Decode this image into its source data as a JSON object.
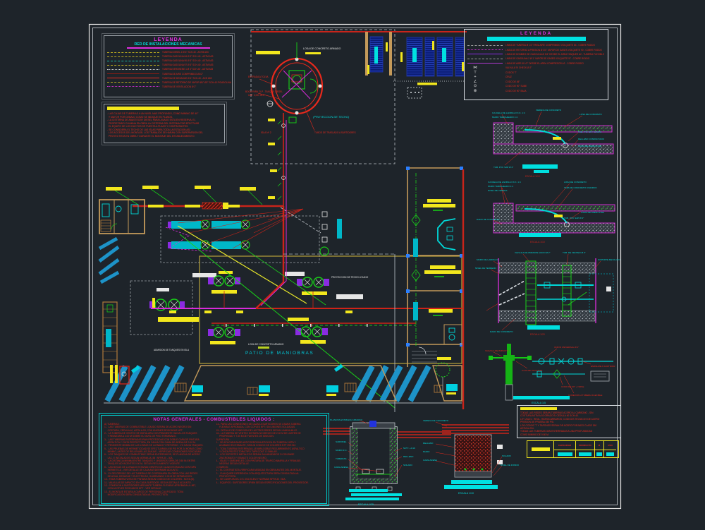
{
  "window": {
    "bg": "#1e242a",
    "frame_color": "#e6e6e6"
  },
  "colors": {
    "red": "#e8291c",
    "magenta": "#e02ee0",
    "cyan": "#00d9d9",
    "yellow": "#f2e71d",
    "green": "#17c517",
    "tan": "#c49a5a",
    "navy": "#0b1c74",
    "blue_stripe": "#1d93c8",
    "purple": "#8a2be2",
    "white": "#e6e6e6"
  },
  "legend_left": {
    "title": "LEYENDA",
    "subtitle": "RED DE INSTALACIONES MECANICAS",
    "items": [
      {
        "color": "#b8a820",
        "label": "TUBERIA DIESEL 2 Ø 6\" SCH-40  -  ASTM A53"
      },
      {
        "color": "#b8a820",
        "label": "TUBERIA GASOLINA 84 Ø 3\" SCH-40  -  ASTM A53"
      },
      {
        "color": "#18b7a0",
        "label": "TUBERIA GASOLINA 90 Ø 3\" SCH-40  -  ASTM A53"
      },
      {
        "color": "#b8a820",
        "label": "TUBERIA GASOLINA 97 Ø 3\" SCH-40  -  ASTM A53"
      },
      {
        "color": "#cfcfcf",
        "label": "TUBERIA KEROSENE 1 Ø 3\" SCH-40  -  ASTM A53"
      },
      {
        "color": "#8a1d15",
        "label": "TUBERIA DE AIRE COMPRIMIDO Ø1/2\""
      },
      {
        "color": "#e8291c",
        "label": "TUBERIA DE DESAGUE Ø 4\" SCH-40  -  ACE A53"
      },
      {
        "color": "#b8a820",
        "label": "TUBERIA DE RETORNO DE VAPOR Ø1\"-Ø2\" SCH-40 P/GASOLINA"
      },
      {
        "color": "#d02ed0",
        "label": "TUBERIA DE VENTILACION Ø 2\""
      }
    ]
  },
  "notes_top": {
    "text": "- LAS CAJAS DE TUBERIAS A UN NIVEL MAS PROFUNDO, COMO MINIMO DE 40\"\n  Y MAYOR POR DEBAJO COMO SE INDIQUE EN PLANOS.\n- LA CISTERNA DE ABASTECER DIESEL PARA LAVADO ESTA EN RESERVA; EL\n  PROPIETARIO CULMINA EN OBRA LA CISTERNA DEL SISTEMA POR EFECTUAR\n  EL EQUIPO DE LOS DUCTOS DE PUESTA A PLAZO Y CONTRATANTES.\n- SE CONSIDERA EL TECHO DE LAS ISLAS PARA TODA LA ESTACION ASI\n  LOS ACCESOS DEL MONTAJE; LOS TRABAJOS SE HARAN CON SUPERVISION DEL\n  PROYECTISTA EN OBRA Y DURANTE EL MONTAJE DEL ESTABLECIMIENTO."
  },
  "legend_right": {
    "title": "LEYENDA",
    "line_items": [
      {
        "color": "#9a9a9a",
        "label": "LINEA DE TUBERIA Ø 1/2\" PARA AIRE COMPRIMIDO VOLQUETE 84 - COBRE RIGIDO"
      },
      {
        "color": "#d02ed0",
        "label": "LINEA DE RETORNO A PRESION Ø 3/4\" VAPOR DE GASES VOLQUETE 90 - COBRE RIGIDO"
      },
      {
        "color": "#8a2be2",
        "label": "LINEA DE BOMBEO DE GASOLINA Ø 3/4\" DESDE EL AREA TANQUES A2 - TUBERIA FLEXIBLE"
      },
      {
        "color": "#9a9a9a",
        "label": "LINEA DE GASOLINA 2 Ø 1\" VAPOR DE GASES VOLQUETE 97 - COBRE RIGIDO"
      },
      {
        "color": "#b23ad2",
        "label": "LINEA DE AIRE Ø 1/2\" DESDE EL AREA COMPRESOR A2 - COBRE RIGIDO"
      }
    ],
    "symbols": [
      {
        "name": "check-valve",
        "glyph": "⋈",
        "label": "VALVULA 'N' CHECK Ø 2\""
      },
      {
        "name": "tee",
        "glyph": "⊤",
        "label": "CODOS 'T'"
      },
      {
        "name": "cross",
        "glyph": "+",
        "label": "CRUZ"
      },
      {
        "name": "elbow-45",
        "glyph": "∠",
        "label": "CODO DE 45°"
      },
      {
        "name": "elbow-up",
        "glyph": "⊙",
        "label": "CODO DE 90° SUBE"
      },
      {
        "name": "elbow-down",
        "glyph": "⊗",
        "label": "CODO DE 90° BAJA"
      }
    ]
  },
  "plan": {
    "labels": {
      "losa_canopy": "LOSA DE CONCRETO ARMADO",
      "entrada": "ENTRADA A TOLVA",
      "boca": "BOCA PARA CLP - TANQUE DIESEL",
      "capacidad": "CAP. 3,000 GLS",
      "isla2": "ISLA Nº 2",
      "proyeccion": "(PROYECCION DE TECHO)",
      "tubos": "TUBOS DE TRASLADO A SURTIDORES",
      "techo_liviano": "PROYECCION DE TECHO LIVIANO",
      "losa_patio": "LOSA DE CONCRETO ARMADO",
      "patio": "PATIO DE MANIOBRAS",
      "admision": "ADMISION DE TANQUES EN ISLA"
    }
  },
  "right_details": {
    "d1": {
      "labels": [
        "CAJUELA DE LADRILLO K.K. 1:4",
        "MURO TARRAJEADO 1:4",
        "VEREDA DE CONCRETO",
        "LOSA DE CONCRETO",
        "TUB. F°G° Ø 4\" C/TAPA",
        "RELLENO COMPACTADO",
        "CAMA DE ARENA FINA",
        "TUB. PVC SAP Ø 4\""
      ],
      "caption": "ESCALA 1/10"
    },
    "d2": {
      "labels": [
        "CAJUELA DE LADRILLO K.K. 1:4",
        "MURO TARRAJEADO 1:4",
        "NIVEL DE VEREDA",
        "LOSA DE CONCRETO",
        "TAPA DE CONCRETO C/MARCO",
        "CAMA DE ARENA FINA",
        "DADO DE CONCRETO",
        "TUB. PVC SAP Ø 4\""
      ],
      "caption": "ESCALA 1/10"
    },
    "d3": {
      "labels": [
        "VALVULA DE PRESION-VACIO Ø 2\"",
        "TUB. DE VENTEO Ø 2\"",
        "MURO DE LADRILLO",
        "NIVEL DE TERRENO",
        "SOPORTE METALICO",
        "DADO DE CONCRETO"
      ],
      "caption": "ESCALA 1/20"
    },
    "d4": {
      "labels": [
        "UNION UNIVERSAL Ø 2\"",
        "VALVULA DE IMPACTO",
        "CAJA DE VALVULAS",
        "CODO DE 90° + NIPLE",
        "CONEXION A TUBERIA FLEXIBLE",
        "EMPALME A SURTIDOR"
      ],
      "caption": "ESCALA 1/5"
    }
  },
  "bottom_details": {
    "left": {
      "labels": [
        "PLANCHA ESTRIADA C/MARCO",
        "SARDINEL",
        "MURO R.C.",
        "TUBERIAS",
        "CAMA ARENA",
        "N.P.T. +0.10",
        "RELLENO",
        "SOLADO"
      ],
      "caption": "ESCALA 1/25"
    },
    "right": {
      "labels": [
        "VEREDA DE CONCRETO",
        "RELLENO",
        "MURO",
        "CAMA ARENA",
        "SOLADO",
        "NIVEL DE FONDO"
      ],
      "caption": "ESCALA 1/10"
    }
  },
  "notes_right": {
    "text": "TODAS LAS REDES SERAN TUBERIAS ACERO AL CARBONO - SIN\nCOSTURA ASTM A-53 GRADO B, CEDULA 40 SCH-40.\nLEY 26221 : REGL. HIDROCARBUROS; CODIGOS TECNICOS DE ACERO\nPRESION DE PRUEBA 150 PSI.\nLOS CODOS 'T' Y TAPONES SERAN DE ACERO FORJADO CLASE 150\nASTM A-234.\nTODAS LAS TUBERIAS VAN ENTERRADAS A UNA PROFUNDIDAD\nCOMO MINIMO DE 0.80 M."
  },
  "tank_table": {
    "headers": [
      "CAPACIDAD",
      "PRODUCTO",
      "Ø",
      "USO"
    ]
  },
  "notes_bottom": {
    "title": "NOTAS GENERALES - COMBUSTIBLES LIQUIDOS :",
    "col1": "A) TUBERIAS :\n1.-  LAS TUBERIAS DE COMBUSTIBLE LIQUIDO SERAN DE ACERO NEGRO SIN\n     COSTURA, CEDULA 40, ASTM A-53, CON UNIONES ROSCADAS NPT.\n2.-  LA TUBERIA DE VENTEO SE INSTALARA CON PENDIENTE HACIA LOS TANQUES\n     Y REMATARA A 4.00 M SOBRE EL NIVEL DE PISO TERMINADO.\n3.-  LAS TUBERIAS ENTERRADAS IRAN PROTEGIDAS CON DOBLE CAPA DE PINTURA\n     ASFALTICA Y CINTA PROTECTORA, EN ZANJA CON CAMA DE ARENA DE 0.10 M.\n4.-  PENDIENTE MINIMA DE LAS LINEAS DE LLENADO Y RETORNO : 1% HACIA TANQUES.\n5.-  LAS PRUEBAS DE HERMETICIDAD SE EFECTUARAN A 50 PSI POR 24 HORAS COMO\n     MINIMO, ANTES DE RELLENAR LAS ZANJAS - VERIFICAR CONEXIONES ROSCADAS.\n6.-  LOS TANQUES DE COMBUSTIBLE SERAN ENTERRADOS, DE PLANCHA DE ACERO\n     LAC, E INSTALADOS SEGUN NORMA UL-58 / NFPA 30 - 30A.\n7.-  LA DISTANCIA MINIMA ENTRE TANQUES Y LINDEROS SERA DE 0.50 M; ENTRE\n     TANQUES ADYACENTES 0.50 M, SEGUN REGLAMENTO VIGENTE.\n8.-  LAS BOCAS DE LLENADO ESTARAN DENTRO DE CAJAS ESTANCAS CON TAPA\n     HERMETICA - VER DETALLE DE CAJA ANTIDERRAME ADJUNTO.\n9.-  EL RECORRIDO DE LAS TUBERIAS SE COORDINARA EN OBRA CON LAS REDES\n     DE AGUA, DESAGUE Y ELECTRICAS, GUARDANDO 0.30 M DE SEPARACION.\n10.- TODA TUBERIA VISTA SE PINTARA SEGUN CODIGO DE COLORES - NOTA (B).\n11.- VALVULAS DE IMPACTO EN CADA SURTIDOR, SEGUN DETALLE ADJUNTO.\n12.- CONEXION A SURTIDORES MEDIANTE TUBERIA FLEXIBLE APROBADA UL-567,\n     CON ACOPLES ROSCADOS NPT - VER DETALLE.\n13.- EL MONTAJE ESTARA A CARGO DE PERSONAL CALIFICADO; TODA\n     MODIFICACION SERA CONSULTADA AL PROYECTISTA.",
    "col2": "14.- PARA LAS CONEXIONES DE CAJAS A SURTIDORES SE USARA TUBERIA\n     FLEXIBLE APROBADA, CON COPLES NPT; SIN UNIONES SOLDADAS.\n15.- DETALLE DE CONEXION DE LAS TRES REDES SEGUN LAMINA IM-02.\n16.- LA TUBERIA DE VENTEO DISTARA NO MENOS DE 2.00 M DE LIMITES DE\n     PROPIEDAD Y 7.50 M DE FUENTES DE IGNICION.\nB) PINTURA :\n1.-  SE APLICARA BASE ANTICORROSIVA EPOXICA EN TUBERIA VISTA Y\n     ACABADO EN ESMALTE, SEGUN CODIGO DE COLORES NTP 399.012.\n2.-  TODA TUBERIA ENTERRADA LLEVARA DOBLE RECUBRIMIENTO ASFALTICO\n     Y CINTA PROTECTORA TIPO 'TAPECOAT' O SIMILAR.\n3.-  LOS SOPORTES METALICOS SERAN GALVANIZADOS O CON BASE\n     ZINCROMATO Y ESMALTE COLOR NEGRO.\n4.-  ISLAS Y SARDINELES CON PINTURA DE TRAFICO AMARILLA Y FRANJAS\n     NEGRAS SEGUN DETALLE.\nC) VARIOS :\n1.-  EL CONTRATISTA VERIFICARA MEDIDAS EN OBRA ANTES DEL MONTAJE.\n2.-  CUALQUIER DIFERENCIA CON ARQUITECTURA SERA CONSULTADA AL\n     PROYECTISTA.\n3.-  SE CUMPLIRA EL D.S. 054-93-EM Y NORMAS NFPA 30 / 30A.\n4.-  EQUIPOS : SURTIDORES 3P/6M SEGUN ESPECIFICACIONES DEL PROVEEDOR."
  }
}
